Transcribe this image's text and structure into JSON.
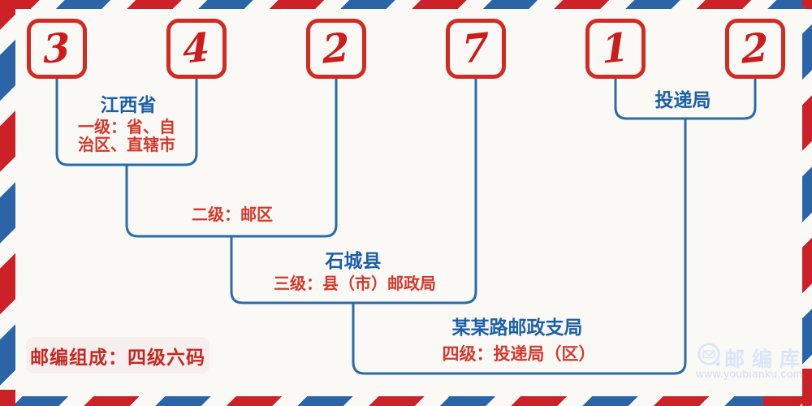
{
  "postal_code": {
    "value": "342712",
    "digits": [
      "3",
      "4",
      "2",
      "7",
      "1",
      "2"
    ]
  },
  "levels": {
    "level1": {
      "place": "江西省",
      "desc_line1": "一级：省、自",
      "desc_line2": "治区、直辖市"
    },
    "level2": {
      "desc": "二级：邮区"
    },
    "level3": {
      "place": "石城县",
      "desc": "三级：县（市）邮政局"
    },
    "level4": {
      "place": "某某路邮政支局",
      "desc": "四级：投递局（区）"
    },
    "delivery": {
      "label": "投递局"
    }
  },
  "badge": {
    "text": "邮编组成：四级六码"
  },
  "watermark": {
    "brand": "邮编库",
    "url": "www.youbianku.com",
    "icon": "envelope-in-circle-icon"
  },
  "colors": {
    "stripe_red": "#cc2127",
    "stripe_blue": "#2b65a8",
    "box_border_red": "#d42a24",
    "digit_red": "#cc1c1c",
    "line_blue": "#2b6ba8",
    "text_blue": "#1c5fa8",
    "text_red": "#d5382c",
    "badge_bg": "#f7efee",
    "badge_text": "#c62822",
    "watermark_blue": "#d9e5f8",
    "background": "#faf9f5"
  }
}
